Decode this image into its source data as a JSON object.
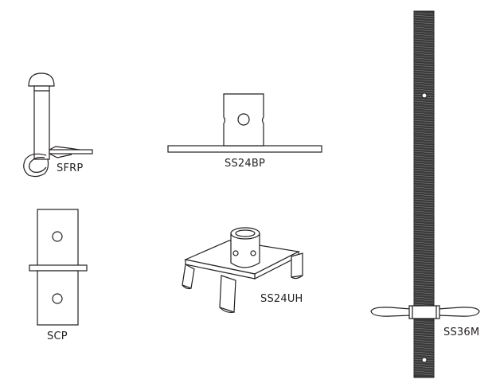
{
  "parts": [
    {
      "id": "sfrp",
      "label": "SFRP"
    },
    {
      "id": "ss24bp",
      "label": "SS24BP"
    },
    {
      "id": "scp",
      "label": "SCP"
    },
    {
      "id": "ss24uh",
      "label": "SS24UH"
    },
    {
      "id": "ss36m",
      "label": "SS36M"
    }
  ],
  "colors": {
    "line": "#231f20",
    "background": "#ffffff"
  }
}
